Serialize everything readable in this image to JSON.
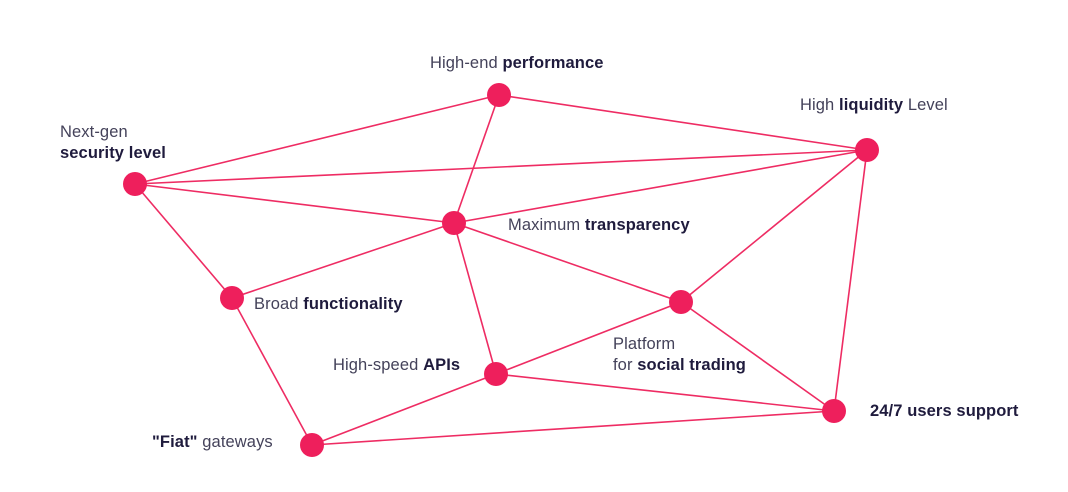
{
  "colors": {
    "accent": "#ee1f5c",
    "text": "#44425a",
    "text_bold": "#1f1b3d"
  },
  "nodes": [
    {
      "id": "performance",
      "label_lines": [
        [
          {
            "text": "High-end ",
            "bold": false
          },
          {
            "text": "performance",
            "bold": true
          }
        ]
      ]
    },
    {
      "id": "liquidity",
      "label_lines": [
        [
          {
            "text": "High ",
            "bold": false
          },
          {
            "text": "liquidity",
            "bold": true
          },
          {
            "text": " Level",
            "bold": false
          }
        ]
      ]
    },
    {
      "id": "security",
      "label_lines": [
        [
          {
            "text": "Next-gen",
            "bold": false
          }
        ],
        [
          {
            "text": "security level",
            "bold": true
          }
        ]
      ]
    },
    {
      "id": "transparency",
      "label_lines": [
        [
          {
            "text": "Maximum ",
            "bold": false
          },
          {
            "text": "transparency",
            "bold": true
          }
        ]
      ]
    },
    {
      "id": "functionality",
      "label_lines": [
        [
          {
            "text": "Broad ",
            "bold": false
          },
          {
            "text": "functionality",
            "bold": true
          }
        ]
      ]
    },
    {
      "id": "social",
      "label_lines": [
        [
          {
            "text": "Platform",
            "bold": false
          }
        ],
        [
          {
            "text": "for ",
            "bold": false
          },
          {
            "text": "social trading",
            "bold": true
          }
        ]
      ]
    },
    {
      "id": "apis",
      "label_lines": [
        [
          {
            "text": "High-speed ",
            "bold": false
          },
          {
            "text": "APIs",
            "bold": true
          }
        ]
      ]
    },
    {
      "id": "support",
      "label_lines": [
        [
          {
            "text": "24/7 users support",
            "bold": true
          }
        ]
      ]
    },
    {
      "id": "fiat",
      "label_lines": [
        [
          {
            "text": "\"Fiat\"",
            "bold": true
          },
          {
            "text": " gateways",
            "bold": false
          }
        ]
      ]
    }
  ],
  "edges": [
    [
      "security",
      "performance"
    ],
    [
      "performance",
      "liquidity"
    ],
    [
      "security",
      "liquidity"
    ],
    [
      "performance",
      "transparency"
    ],
    [
      "security",
      "transparency"
    ],
    [
      "transparency",
      "liquidity"
    ],
    [
      "security",
      "functionality"
    ],
    [
      "functionality",
      "transparency"
    ],
    [
      "transparency",
      "social"
    ],
    [
      "transparency",
      "apis"
    ],
    [
      "liquidity",
      "social"
    ],
    [
      "liquidity",
      "support"
    ],
    [
      "social",
      "apis"
    ],
    [
      "social",
      "support"
    ],
    [
      "apis",
      "support"
    ],
    [
      "apis",
      "fiat"
    ],
    [
      "functionality",
      "fiat"
    ],
    [
      "fiat",
      "support"
    ]
  ]
}
